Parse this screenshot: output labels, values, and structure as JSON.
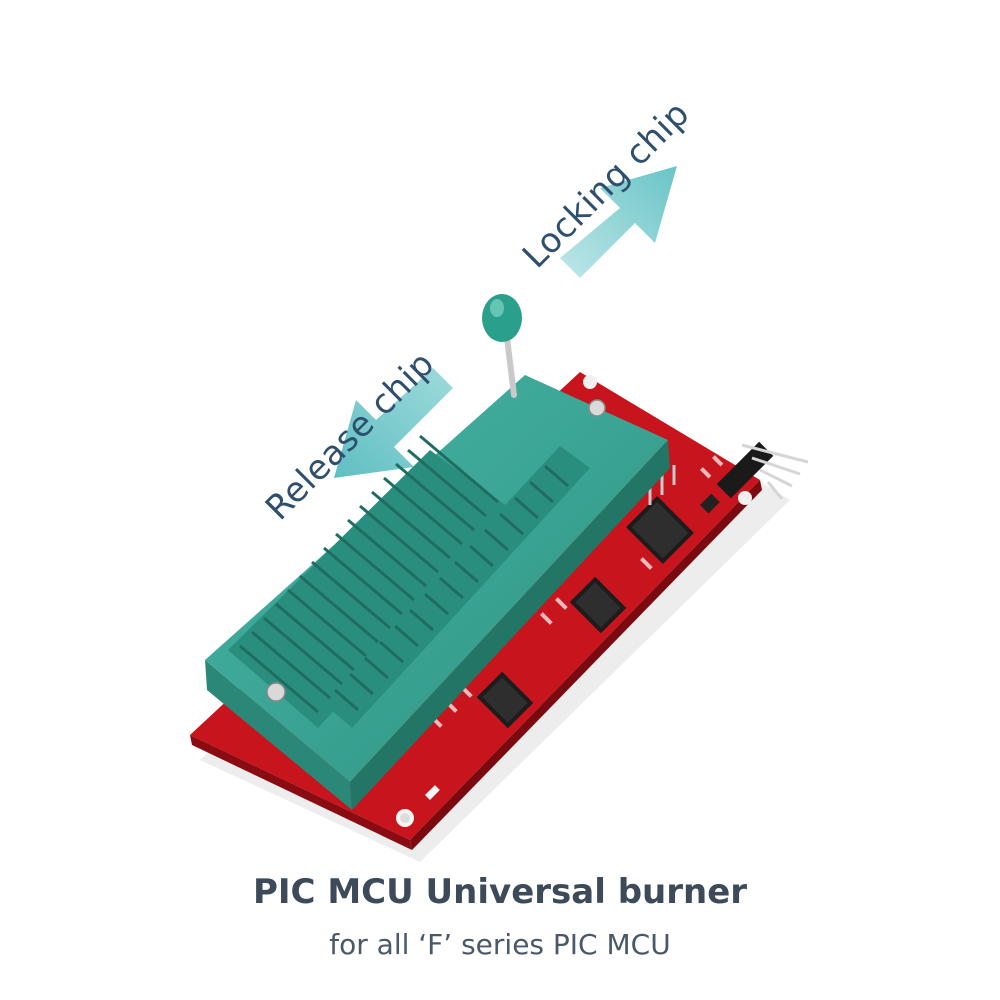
{
  "labels": {
    "locking": "Locking chip",
    "release": "Release chip"
  },
  "caption": {
    "title": "PIC MCU Universal burner",
    "subtitle": "for all ‘F’ series PIC MCU"
  },
  "colors": {
    "background": "#ffffff",
    "pcb": "#c8141c",
    "socket": "#3aa596",
    "arrow": "#7fcfd0",
    "text": "#2f4f6e"
  }
}
